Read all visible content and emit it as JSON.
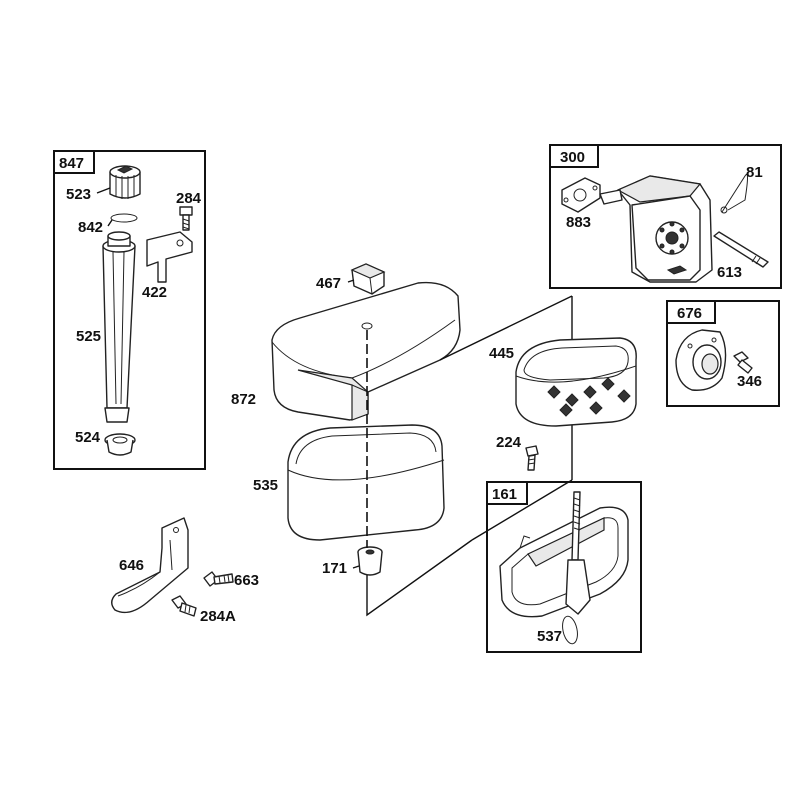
{
  "kits": [
    {
      "id": "kit-847",
      "label": "847"
    },
    {
      "id": "kit-300",
      "label": "300"
    },
    {
      "id": "kit-676",
      "label": "676"
    },
    {
      "id": "kit-161",
      "label": "161"
    }
  ],
  "parts": [
    {
      "id": "part-523",
      "label": "523"
    },
    {
      "id": "part-284",
      "label": "284"
    },
    {
      "id": "part-842",
      "label": "842"
    },
    {
      "id": "part-422",
      "label": "422"
    },
    {
      "id": "part-525",
      "label": "525"
    },
    {
      "id": "part-524",
      "label": "524"
    },
    {
      "id": "part-467",
      "label": "467"
    },
    {
      "id": "part-872",
      "label": "872"
    },
    {
      "id": "part-535",
      "label": "535"
    },
    {
      "id": "part-171",
      "label": "171"
    },
    {
      "id": "part-646",
      "label": "646"
    },
    {
      "id": "part-663",
      "label": "663"
    },
    {
      "id": "part-284a",
      "label": "284A"
    },
    {
      "id": "part-81",
      "label": "81"
    },
    {
      "id": "part-883",
      "label": "883"
    },
    {
      "id": "part-613",
      "label": "613"
    },
    {
      "id": "part-346",
      "label": "346"
    },
    {
      "id": "part-445",
      "label": "445"
    },
    {
      "id": "part-224",
      "label": "224"
    },
    {
      "id": "part-537",
      "label": "537"
    }
  ]
}
